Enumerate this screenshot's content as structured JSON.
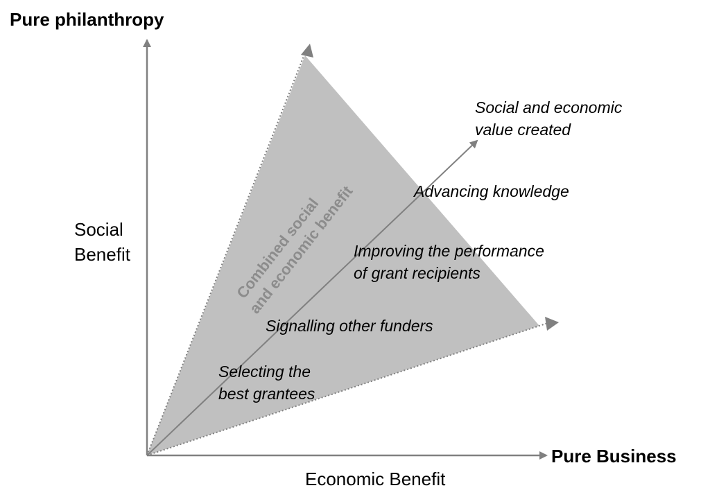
{
  "diagram": {
    "top_label": "Pure philanthropy",
    "right_label": "Pure Business",
    "y_axis_label": [
      "Social",
      "Benefit"
    ],
    "x_axis_label": "Economic Benefit",
    "region_label": [
      "Combined social",
      "and economic benefit"
    ],
    "value_arrow_label": [
      "Social and economic",
      "value created"
    ],
    "steps": {
      "advancing": [
        "Advancing knowledge"
      ],
      "improving": [
        "Improving the performance",
        "of grant recipients"
      ],
      "signalling": [
        "Signalling other funders"
      ],
      "selecting": [
        "Selecting the",
        "best grantees"
      ]
    },
    "colors": {
      "triangle_fill": "#c0c0c0",
      "axis": "#808080",
      "region_text": "#8c8c8c",
      "text": "#000000"
    }
  }
}
